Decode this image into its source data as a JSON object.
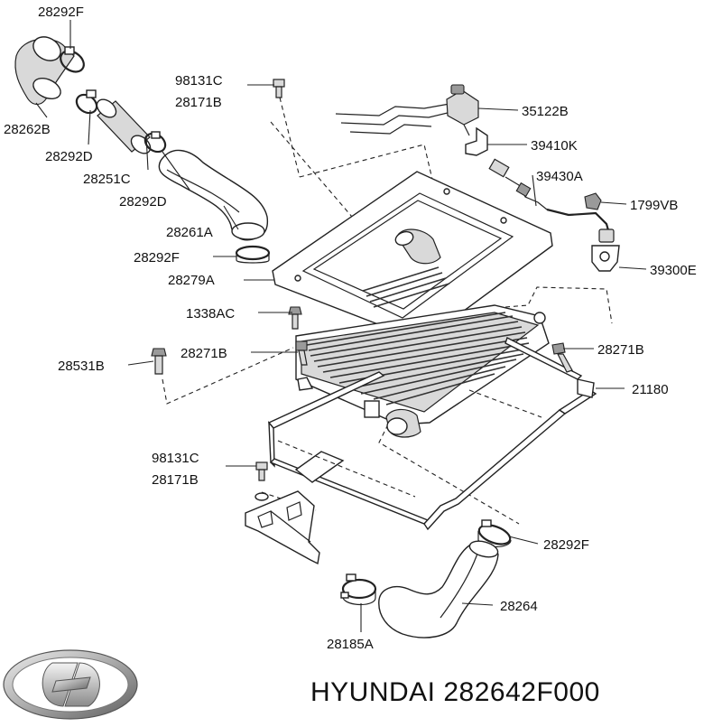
{
  "callouts": {
    "c_28292F_top": "28292F",
    "c_28262B": "28262B",
    "c_28292D_a": "28292D",
    "c_28251C": "28251C",
    "c_28292D_b": "28292D",
    "c_28261A": "28261A",
    "c_28292F_mid": "28292F",
    "c_28279A": "28279A",
    "c_1338AC": "1338AC",
    "c_28271B_left": "28271B",
    "c_28531B": "28531B",
    "c_98131C_top": "98131C",
    "c_28171B_top": "28171B",
    "c_35122B": "35122B",
    "c_39410K": "39410K",
    "c_39430A": "39430A",
    "c_1799VB": "1799VB",
    "c_39300E": "39300E",
    "c_28271B_right": "28271B",
    "c_21180": "21180",
    "c_98131C_bot": "98131C",
    "c_28171B_bot": "28171B",
    "c_28292F_bot": "28292F",
    "c_28264": "28264",
    "c_28185A": "28185A"
  },
  "footer": {
    "brand_text": "HYUNDAI 282642F000",
    "logo_icon": "hyundai-logo-icon"
  },
  "colors": {
    "line": "#222222",
    "part_fill": "#ffffff",
    "shade": "#d9d9d9",
    "logo_silver": "#b8b8b8"
  }
}
